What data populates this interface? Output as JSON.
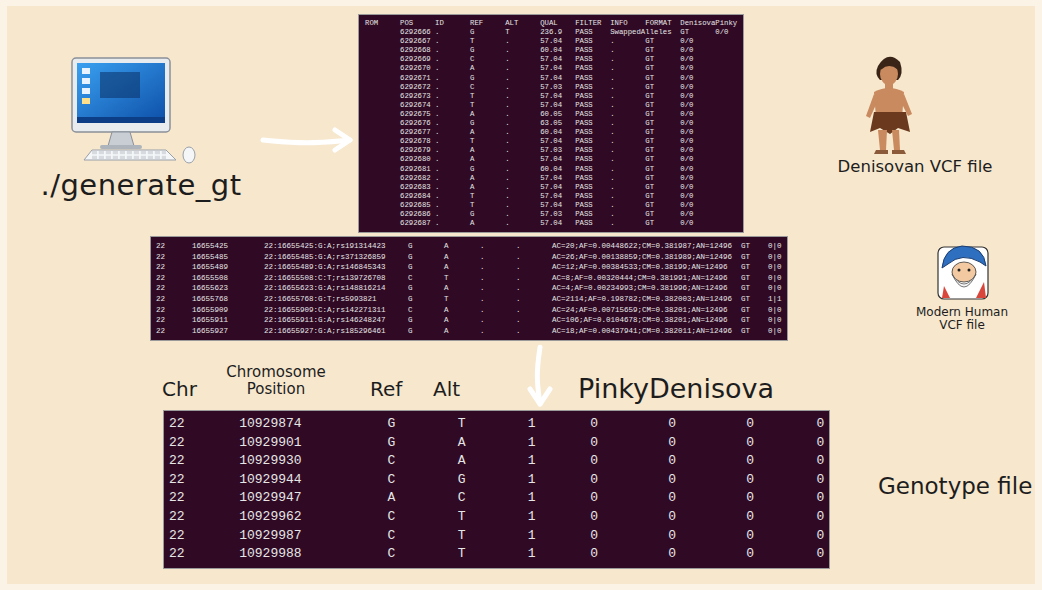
{
  "diagram": {
    "nodes": [
      {
        "text": [
          "./generate_gt"
        ]
      },
      {
        "text": [
          "ROM\tPOS\tID\tREF\tALT\tQUAL\tFILTER\tINFO\tFORMAT\tDenisovaPinky",
          "\t6292666\t.\tG\tT\t236.9\tPASS\tSwappedAlleles\tGT\t0/0",
          "\t6292667\t.\tT\t.\t57.04\tPASS\t.\tGT\t0/0",
          "\t6292668\t.\tG\t.\t60.04\tPASS\t.\tGT\t0/0",
          "\t6292669\t.\tC\t.\t57.04\tPASS\t.\tGT\t0/0",
          "\t6292670\t.\tA\t.\t57.04\tPASS\t.\tGT\t0/0",
          "\t6292671\t.\tG\t.\t57.04\tPASS\t.\tGT\t0/0",
          "\t6292672\t.\tC\t.\t57.03\tPASS\t.\tGT\t0/0",
          "\t6292673\t.\tT\t.\t57.04\tPASS\t.\tGT\t0/0",
          "\t6292674\t.\tT\t.\t57.04\tPASS\t.\tGT\t0/0",
          "\t6292675\t.\tA\t.\t60.05\tPASS\t.\tGT\t0/0",
          "\t6292676\t.\tG\t.\t63.05\tPASS\t.\tGT\t0/0",
          "\t6292677\t.\tA\t.\t60.04\tPASS\t.\tGT\t0/0",
          "\t6292678\t.\tT\t.\t57.04\tPASS\t.\tGT\t0/0",
          "\t6292679\t.\tA\t.\t57.03\tPASS\t.\tGT\t0/0",
          "\t6292680\t.\tA\t.\t57.04\tPASS\t.\tGT\t0/0",
          "\t6292681\t.\tG\t.\t60.04\tPASS\t.\tGT\t0/0",
          "\t6292682\t.\tA\t.\t57.04\tPASS\t.\tGT\t0/0",
          "\t6292683\t.\tA\t.\t57.04\tPASS\t.\tGT\t0/0",
          "\t6292684\t.\tT\t.\t57.04\tPASS\t.\tGT\t0/0",
          "\t6292685\t.\tT\t.\t57.04\tPASS\t.\tGT\t0/0",
          "\t6292686\t.\tG\t.\t57.03\tPASS\t.\tGT\t0/0",
          "\t6292687\t.\tA\t.\t57.04\tPASS\t.\tGT\t0/0"
        ]
      },
      {
        "text": [
          "22\t16655425\t22:16655425:G:A;rs191314423\tG\tA\t.\t.\tAC=20;AF=0.00448622;CM=0.381987;AN=12496  GT\t0|0",
          "22\t16655485\t22:16655485:G:A;rs371326859\tG\tA\t.\t.\tAC=26;AF=0.00138859;CM=0.381989;AN=12496  GT\t0|0",
          "22\t16655489\t22:16655489:G:A;rs146845343\tG\tA\t.\t.\tAC=12;AF=0.00384533;CM=0.38199;AN=12496   GT\t0|0",
          "22\t16655508\t22:16655508:C:T;rs139726708\tC\tT\t.\t.\tAC=8;AF=0.00320444;CM=0.381991;AN=12496   GT\t0|0",
          "22\t16655623\t22:16655623:G:A;rs148816214\tG\tA\t.\t.\tAC=4;AF=0.00234993;CM=0.381996;AN=12496   GT\t0|0",
          "22\t16655768\t22:16655768:G:T;rs5993821\tG\tT\t.\t.\tAC=2114;AF=0.198782;CM=0.382003;AN=12496  GT\t1|1",
          "22\t16655909\t22:16655909:C:A;rs142271311\tC\tA\t.\t.\tAC=24;AF=0.00715659;CM=0.38201;AN=12496   GT\t0|0",
          "22\t16655911\t22:16655911:G:A;rs146248247\tG\tA\t.\t.\tAC=106;AF=0.0104678;CM=0.38201;AN=12496   GT\t0|0",
          "22\t16655927\t22:16655927:G:A;rs185296461\tG\tA\t.\t.\tAC=18;AF=0.00437941;CM=0.382011;AN=12496  GT\t0|0"
        ]
      },
      {
        "text": [
          "22       10929874           G        T        1       0         0         0        0",
          "22       10929901           G        A        1       0         0         0        0",
          "22       10929930           C        A        1       0         0         0        0",
          "22       10929944           C        G        1       0         0         0        0",
          "22       10929947           A        C        1       0         0         0        0",
          "22       10929962           C        T        1       0         0         0        0",
          "22       10929987           C        T        1       0         0         0        0",
          "22       10929988           C        T        1       0         0         0        0"
        ]
      }
    ],
    "edges": [
      {
        "from": 0,
        "to": 1,
        "arrow": "to"
      },
      {
        "from": 2,
        "to": 3,
        "arrow": "to"
      }
    ],
    "labels": [
      "Denisovan VCF file",
      "Modern Human VCF file",
      "Chr",
      "Chromosome Position",
      "Ref",
      "Alt",
      "PinkyDenisova",
      "Genotype file"
    ]
  }
}
